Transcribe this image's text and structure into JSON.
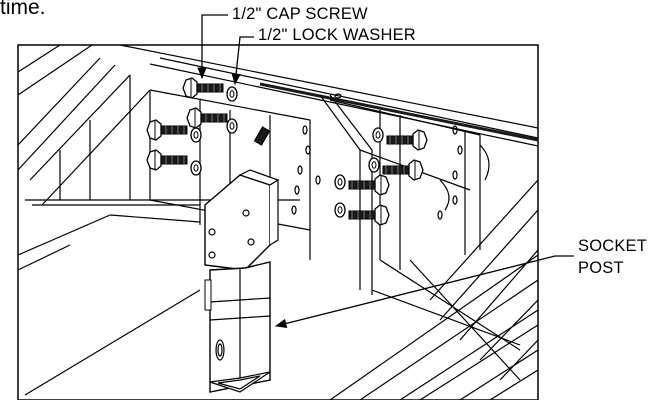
{
  "lead_text": "time.",
  "callouts": {
    "cap_screw": "1/2\" CAP SCREW",
    "lock_washer": "1/2\" LOCK WASHER",
    "socket_post_line1": "SOCKET",
    "socket_post_line2": "POST"
  },
  "colors": {
    "line": "#000000",
    "background": "#ffffff",
    "shade": "#9a9a9a",
    "dark": "#1a1a1a"
  }
}
